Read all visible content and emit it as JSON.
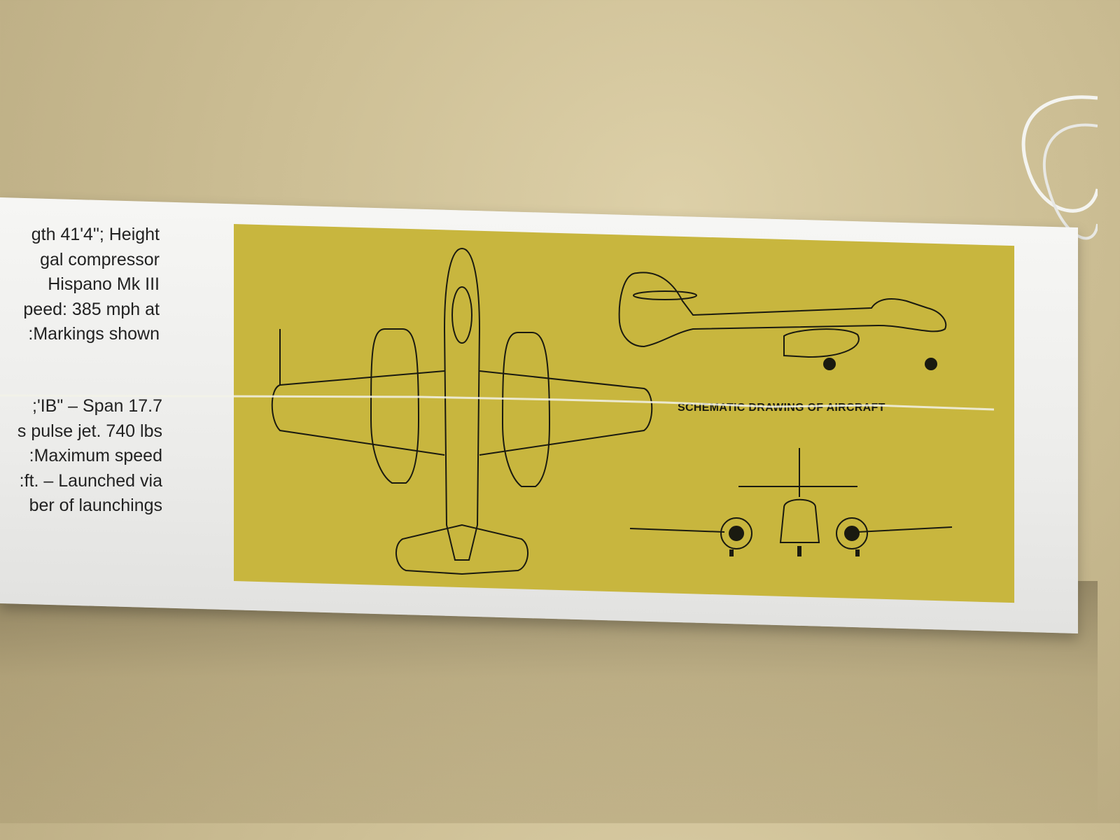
{
  "scene": {
    "subject": "side panel of a scale model aircraft kit box wrapped in plastic",
    "colors": {
      "surface": "#cdbf95",
      "box": "#f0f0ee",
      "panel": "#c8b63e",
      "ink": "#1a1a10"
    }
  },
  "specs_text": {
    "block1": [
      "gth 41'4\"; Height",
      "gal compressor",
      "Hispano Mk III",
      "peed: 385 mph at",
      "Markings shown:"
    ],
    "block2": [
      "IB\" – Span 17.7';",
      "s pulse jet. 740 lbs",
      "Maximum speed:",
      "ft. – Launched via:",
      "ber of launchings"
    ]
  },
  "panel": {
    "caption": "SCHEMATIC DRAWING OF AIRCRAFT",
    "views": [
      "top-view",
      "side-view",
      "front-view"
    ]
  }
}
